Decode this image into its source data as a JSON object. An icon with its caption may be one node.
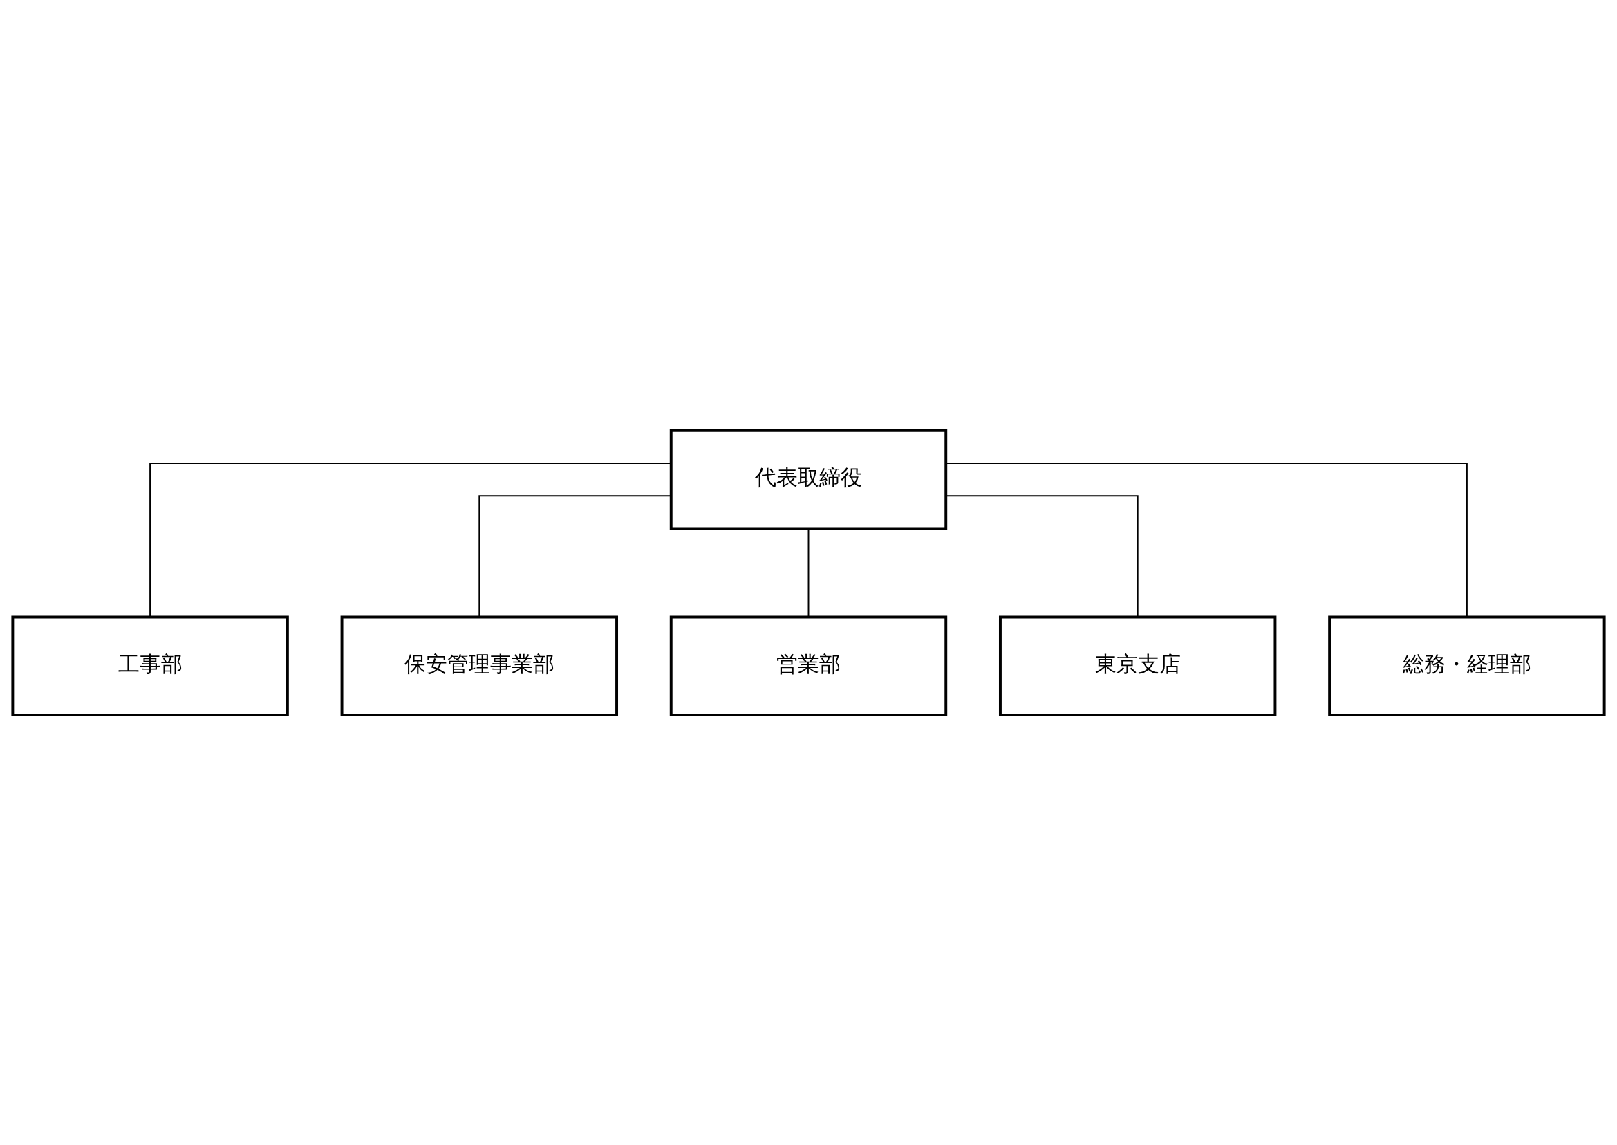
{
  "diagram": {
    "nodes": [
      {
        "text": [
          "代表取締役"
        ]
      },
      {
        "text": [
          "工事部"
        ]
      },
      {
        "text": [
          "保安管理事業部"
        ]
      },
      {
        "text": [
          "営業部"
        ]
      },
      {
        "text": [
          "東京支店"
        ]
      },
      {
        "text": [
          "総務・経理部"
        ]
      }
    ],
    "edges": [
      {
        "from": 0,
        "to": 1,
        "arrow": "none"
      },
      {
        "from": 0,
        "to": 2,
        "arrow": "none"
      },
      {
        "from": 0,
        "to": 3,
        "arrow": "none"
      },
      {
        "from": 0,
        "to": 4,
        "arrow": "none"
      },
      {
        "from": 0,
        "to": 5,
        "arrow": "none"
      }
    ]
  }
}
